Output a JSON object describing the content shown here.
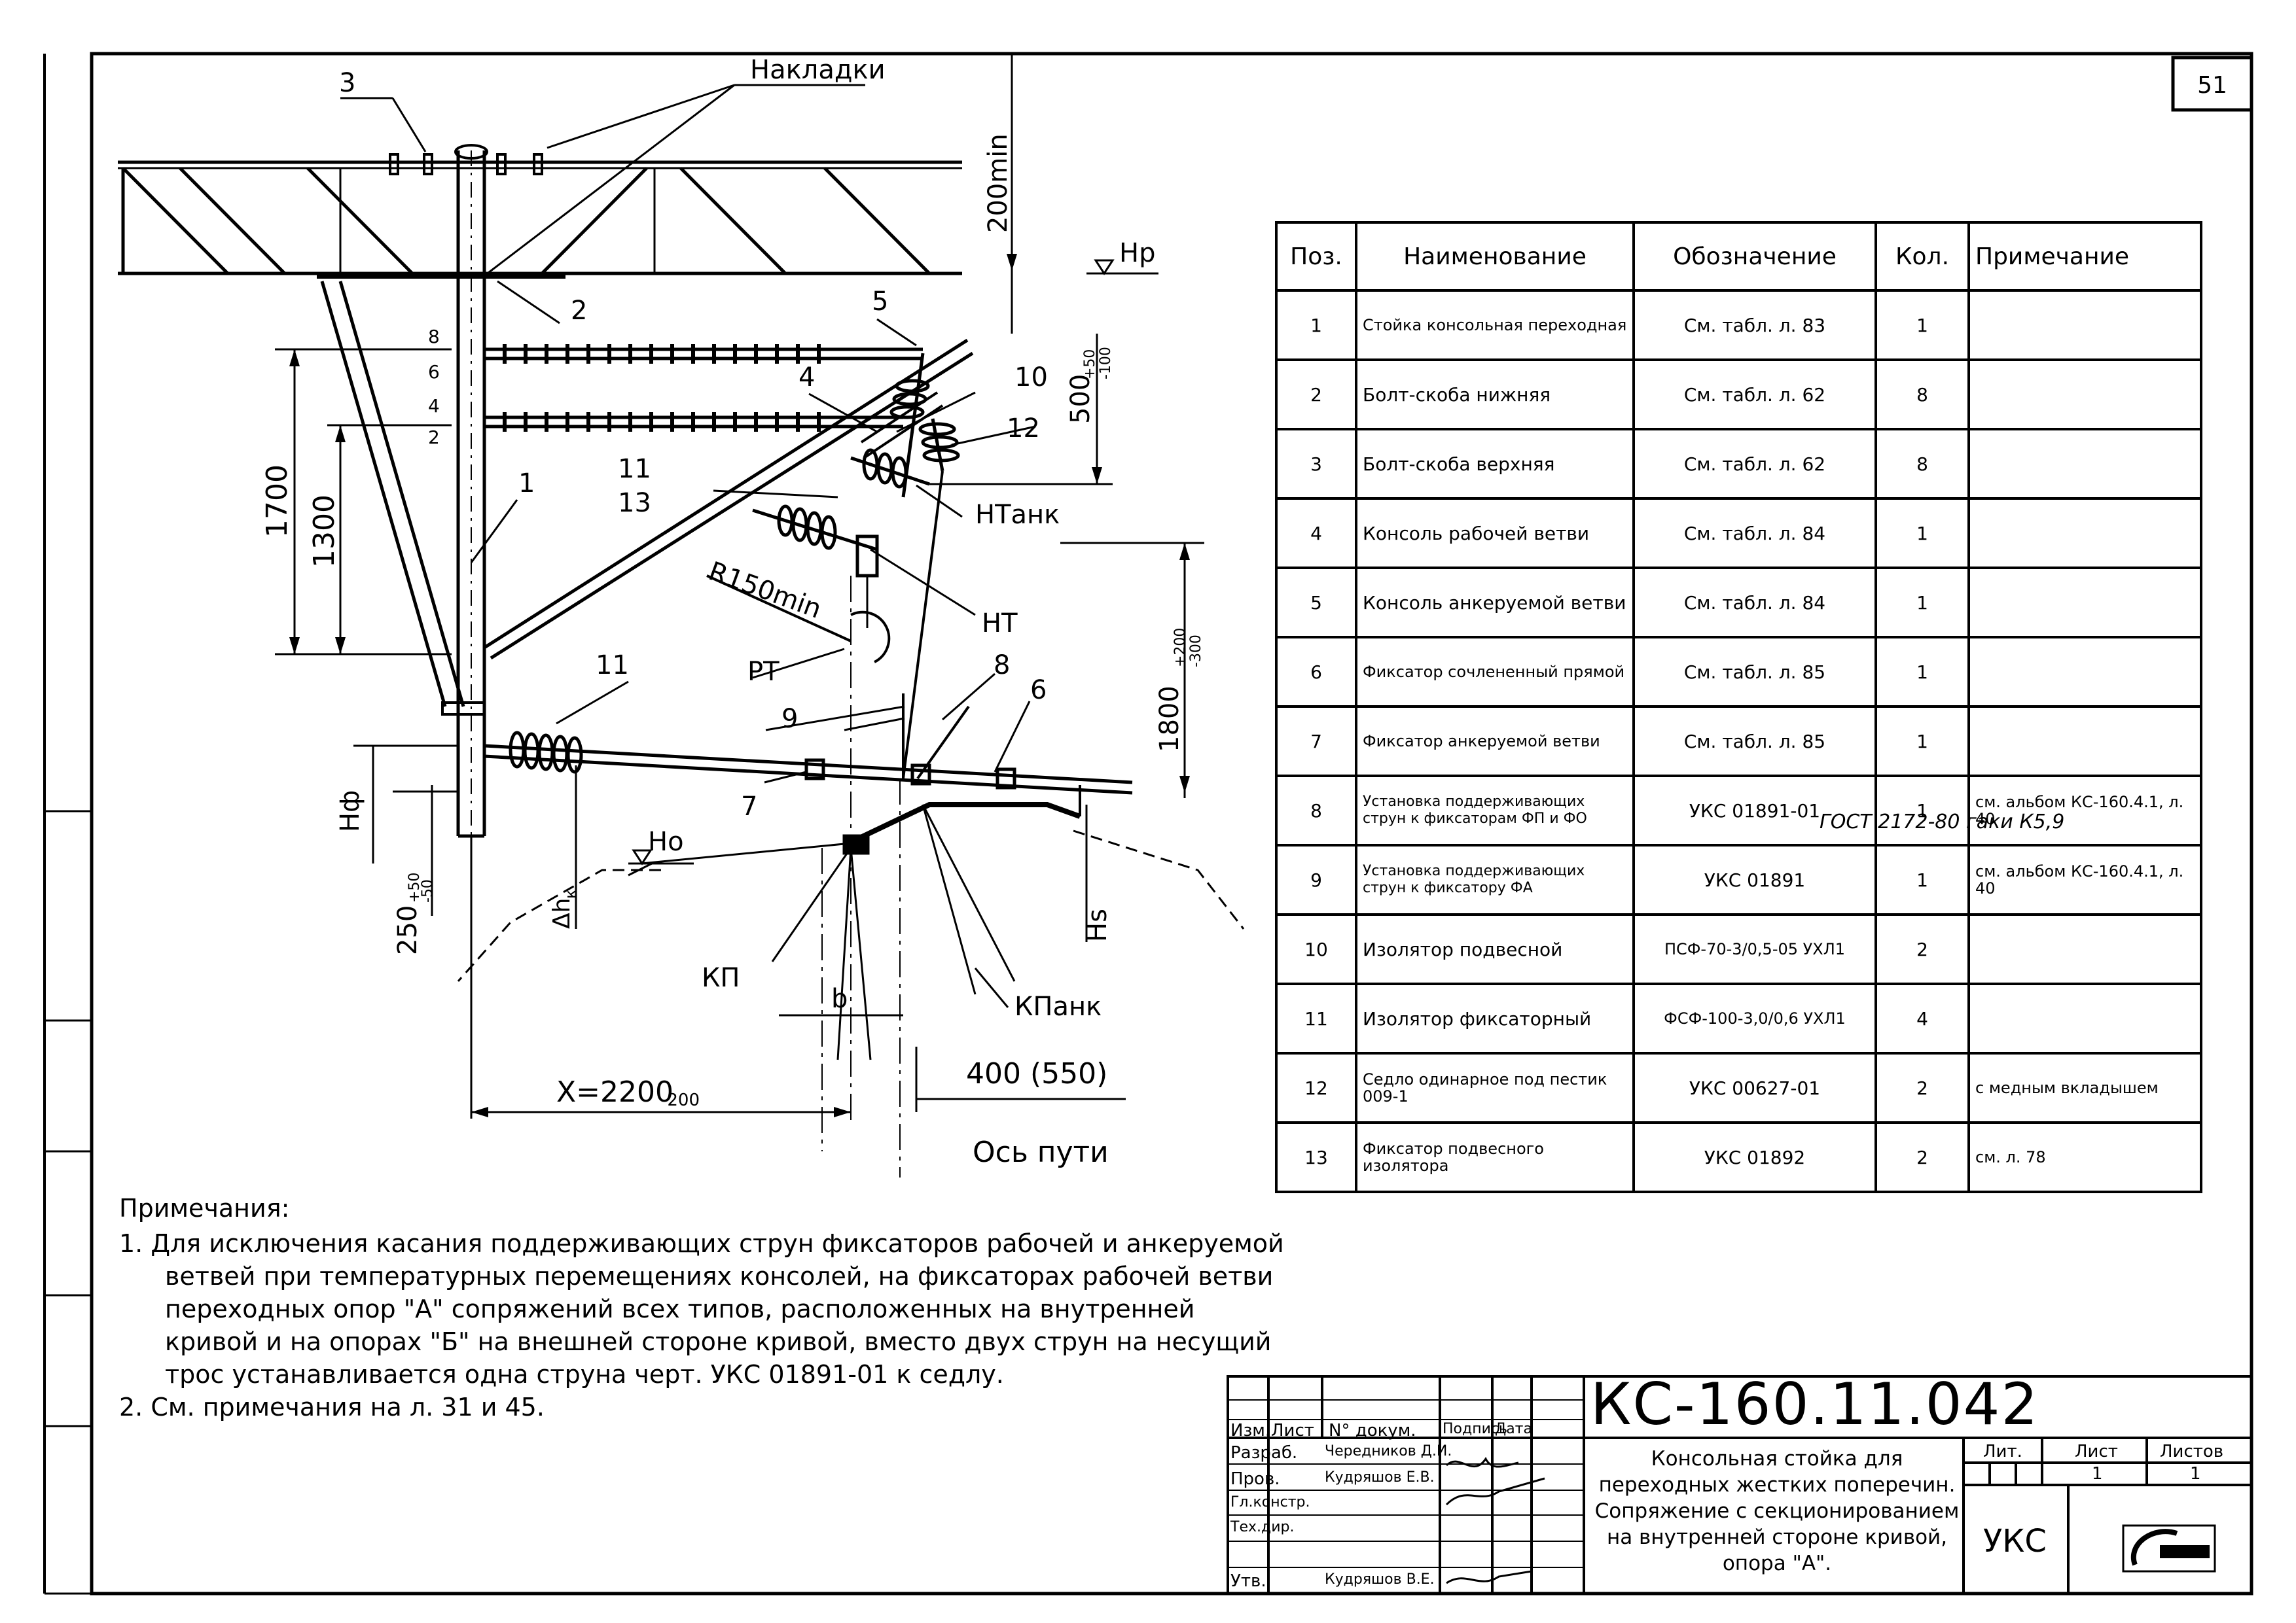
{
  "sheet": {
    "number": "51"
  },
  "labels": {
    "nakladki": "Накладки",
    "dim_200min": "200min",
    "hp": "Hp",
    "dim_1700": "1700",
    "dim_1300": "1300",
    "dim_500": "500",
    "dim_500_tol_top": "+50",
    "dim_500_tol_bot": "-100",
    "h_tank": "НТанк",
    "h_t": "НТ",
    "r150": "R150min",
    "pt": "РТ",
    "dim_1800": "1800",
    "dim_1800_tol_top": "+200",
    "dim_1800_tol_bot": "-300",
    "h_f": "Нф",
    "h_o": "Но",
    "dim_250": "250",
    "dim_250_tol_top": "+50",
    "dim_250_tol_bot": "-50",
    "delta_hk": "Δh",
    "delta_hk_sub": "к",
    "hs": "Hs",
    "kp": "КП",
    "b": "b",
    "kpank": "КПанк",
    "dim_400": "400 (550)",
    "dim_x": "X=2200",
    "dim_x_sub": "-200",
    "os_puti": "Ось пути"
  },
  "positions": [
    "1",
    "2",
    "3",
    "4",
    "5",
    "6",
    "7",
    "8",
    "9",
    "10",
    "11",
    "11",
    "11",
    "12",
    "13"
  ],
  "pole_marks": [
    "8",
    "6",
    "4",
    "2"
  ],
  "table": {
    "headers": [
      "Поз.",
      "Наименование",
      "Обозначение",
      "Кол.",
      "Примечание"
    ],
    "rows": [
      {
        "pos": "1",
        "name": "Стойка консольная переходная",
        "code": "См. табл. л. 83",
        "qty": "1",
        "note": ""
      },
      {
        "pos": "2",
        "name": "Болт-скоба нижняя",
        "code": "См. табл. л. 62",
        "qty": "8",
        "note": ""
      },
      {
        "pos": "3",
        "name": "Болт-скоба верхняя",
        "code": "См. табл. л. 62",
        "qty": "8",
        "note": ""
      },
      {
        "pos": "4",
        "name": "Консоль рабочей ветви",
        "code": "См. табл. л. 84",
        "qty": "1",
        "note": ""
      },
      {
        "pos": "5",
        "name": "Консоль анкеруемой ветви",
        "code": "См. табл. л. 84",
        "qty": "1",
        "note": ""
      },
      {
        "pos": "6",
        "name": "Фиксатор сочлененный прямой",
        "code": "См. табл. л. 85",
        "qty": "1",
        "note": ""
      },
      {
        "pos": "7",
        "name": "Фиксатор анкеруемой ветви",
        "code": "См. табл. л. 85",
        "qty": "1",
        "note": ""
      },
      {
        "pos": "8",
        "name": "Установка поддерживающих струн к фиксаторам ФП и ФО",
        "code": "УКС 01891-01",
        "qty": "1",
        "note": "см. альбом КС-160.4.1, л. 40"
      },
      {
        "pos": "9",
        "name": "Установка поддерживающих струн к фиксатору ФА",
        "code": "УКС 01891",
        "qty": "1",
        "note": "см. альбом КС-160.4.1, л. 40"
      },
      {
        "pos": "10",
        "name": "Изолятор подвесной",
        "code": "ПСФ-70-3/0,5-05 УХЛ1",
        "qty": "2",
        "note": ""
      },
      {
        "pos": "11",
        "name": "Изолятор фиксаторный",
        "code": "ФСФ-100-3,0/0,6 УХЛ1",
        "qty": "4",
        "note": ""
      },
      {
        "pos": "12",
        "name": "Седло одинарное под пестик 009-1",
        "code": "УКС 00627-01",
        "qty": "2",
        "note": "с медным вкладышем"
      },
      {
        "pos": "13",
        "name": "Фиксатор подвесного изолятора",
        "code": "УКС 01892",
        "qty": "2",
        "note": "см. л. 78"
      }
    ],
    "handwritten_note": "ГОСТ 2172-80 гаки К5,9"
  },
  "notes": {
    "title": "Примечания:",
    "lines": [
      "1. Для исключения касания поддерживающих струн фиксаторов рабочей и анкеруемой",
      "ветвей при температурных перемещениях консолей, на фиксаторах рабочей ветви",
      "переходных опор \"А\" сопряжений всех типов, расположенных на внутренней",
      "кривой  и на опорах \"Б\" на внешней стороне кривой, вместо двух струн на несущий",
      "трос устанавливается одна струна черт. УКС 01891-01 к седлу.",
      "2. См. примечания на л. 31 и 45."
    ]
  },
  "title_block": {
    "code": "КС-160.11.042",
    "title_lines": [
      "Консольная стойка для",
      "переходных жестких поперечин.",
      "Сопряжение с секционированием",
      "на внутренней стороне кривой,",
      "опора \"А\"."
    ],
    "header": {
      "izm": "Изм.",
      "list": "Лист",
      "doc": "N° докум.",
      "sign": "Подпись",
      "date": "Дата"
    },
    "staff": [
      {
        "role": "Разраб.",
        "name": "Чередников Д.И."
      },
      {
        "role": "Пров.",
        "name": "Кудряшов Е.В."
      },
      {
        "role": "Гл.констр.",
        "name": ""
      },
      {
        "role": "Тех.дир.",
        "name": ""
      },
      {
        "role": "Утв.",
        "name": "Кудряшов В.Е."
      }
    ],
    "lit_label": "Лит.",
    "sheet_label": "Лист",
    "sheets_label": "Листов",
    "sheet_value": "1",
    "sheets_value": "1",
    "org": "УКС"
  },
  "colors": {
    "ink": "#000000",
    "paper": "#ffffff"
  }
}
